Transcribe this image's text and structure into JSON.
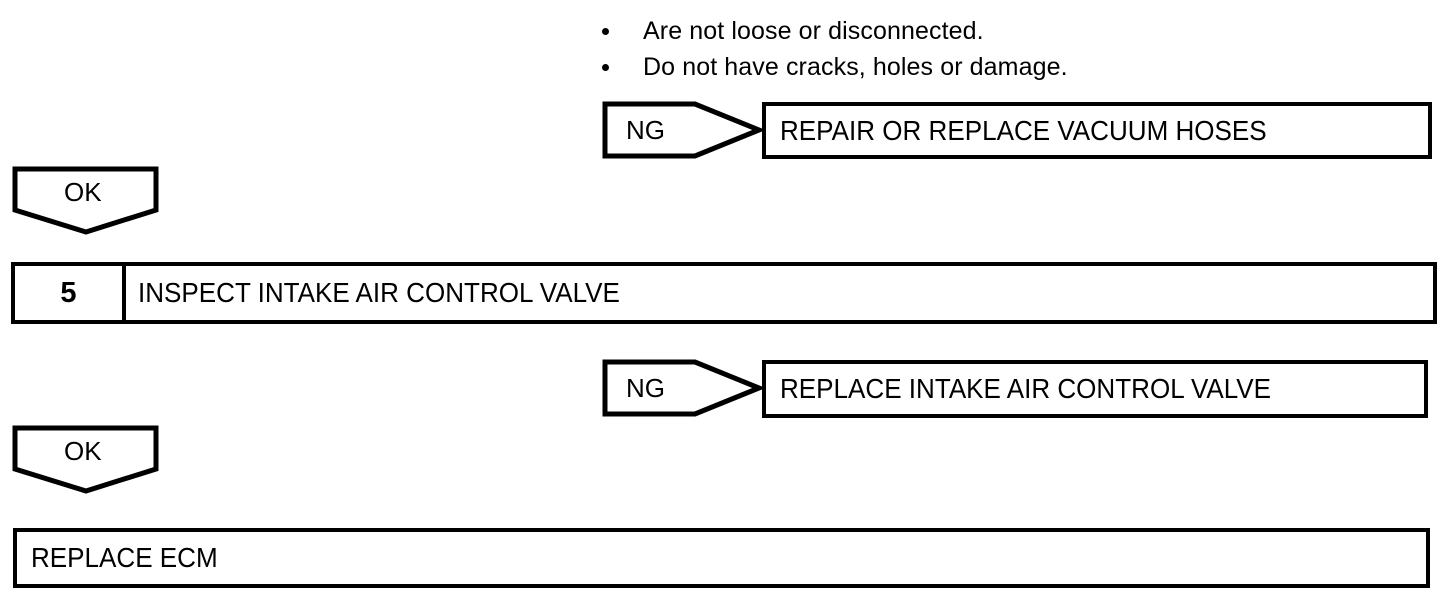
{
  "notes": {
    "bullets": [
      "Are not loose or disconnected.",
      "Do not have cracks, holes or damage."
    ]
  },
  "flow": {
    "branch_ng_label": "NG",
    "branch_ok_label": "OK",
    "results": [
      {
        "id": "repair-replace-vacuum-hoses",
        "label": "REPAIR OR REPLACE VACUUM HOSES"
      },
      {
        "id": "replace-intake-air-control-valve",
        "label": "REPLACE INTAKE AIR CONTROL VALVE"
      }
    ],
    "steps": [
      {
        "number": "5",
        "title": "INSPECT INTAKE AIR CONTROL VALVE"
      }
    ],
    "final": {
      "label": "REPLACE ECM"
    }
  },
  "style": {
    "line_color": "#000000",
    "background": "#ffffff"
  }
}
